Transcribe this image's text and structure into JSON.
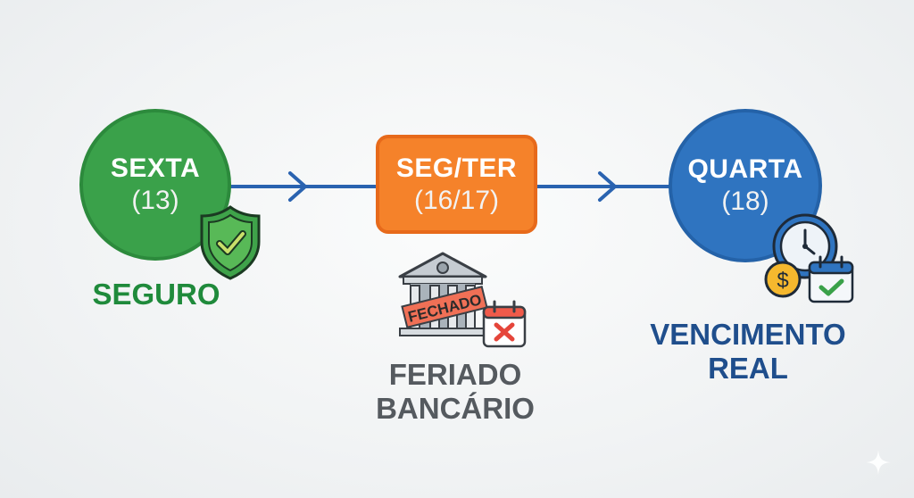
{
  "steps": [
    {
      "title": "SEXTA",
      "date": "(13)",
      "caption": "SEGURO",
      "color": "#3aa14a",
      "icon": "shield-check-icon"
    },
    {
      "title": "SEG/TER",
      "date": "(16/17)",
      "caption_line1": "FERIADO",
      "caption_line2": "BANCÁRIO",
      "badge": "FECHADO",
      "color": "#f5822a",
      "icon": "closed-bank-icon"
    },
    {
      "title": "QUARTA",
      "date": "(18)",
      "caption_line1": "VENCIMENTO",
      "caption_line2": "REAL",
      "color": "#2f74c0",
      "icon": "clock-money-calendar-icon"
    }
  ]
}
